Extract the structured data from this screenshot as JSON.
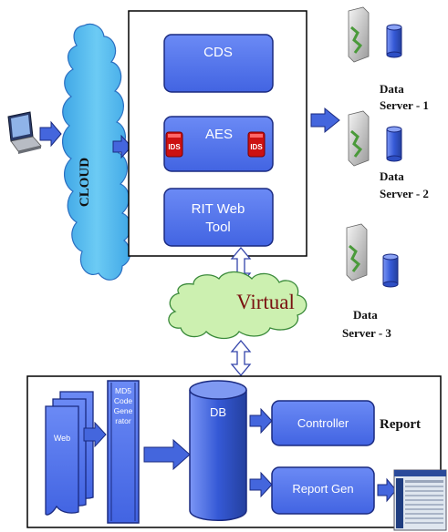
{
  "cloud": {
    "label": "CLOUD"
  },
  "main_box": {
    "cds": "CDS",
    "aes": "AES",
    "ids_badge": "IDS",
    "rit_line1": "RIT Web",
    "rit_line2": "Tool"
  },
  "virtual": {
    "label": "Virtual"
  },
  "servers": [
    {
      "line1": "Data",
      "line2": "Server - 1"
    },
    {
      "line1": "Data",
      "line2": "Server - 2"
    },
    {
      "line1": "Data",
      "line2": "Server - 3"
    }
  ],
  "bottom": {
    "web": "Web",
    "md5_lines": [
      "MD5",
      "Code",
      "Gene",
      "rator"
    ],
    "db": "DB",
    "controller": "Controller",
    "report_gen": "Report Gen",
    "report": "Report"
  },
  "colors": {
    "block_fill": "#5577ee",
    "block_stroke": "#1a2a80",
    "arrow_fill": "#4466dd",
    "cloud_fill": "#55bbee",
    "virtual_fill": "#ccf0b0",
    "virtual_text": "#7a1010"
  }
}
